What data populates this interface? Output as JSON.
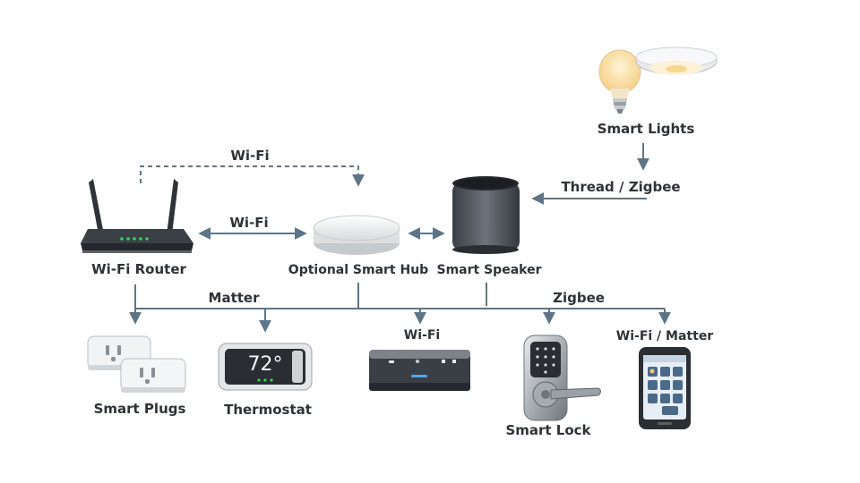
{
  "nodes": {
    "router": "Wi-Fi Router",
    "hub": "Optional Smart Hub",
    "speaker": "Smart Speaker",
    "lights": "Smart Lights",
    "plugs": "Smart Plugs",
    "thermostat": "Thermostat",
    "lock": "Smart Lock"
  },
  "thermostat_display": "72°",
  "connections": {
    "router_hub_dashed": "Wi-Fi",
    "router_hub": "Wi-Fi",
    "lights_speaker": "Thread / Zigbee",
    "matter": "Matter",
    "zigbee": "Zigbee",
    "bridge_device": "Wi-Fi",
    "phone": "Wi-Fi / Matter"
  },
  "colors": {
    "line": "#5e7588",
    "text": "#2f3236"
  }
}
